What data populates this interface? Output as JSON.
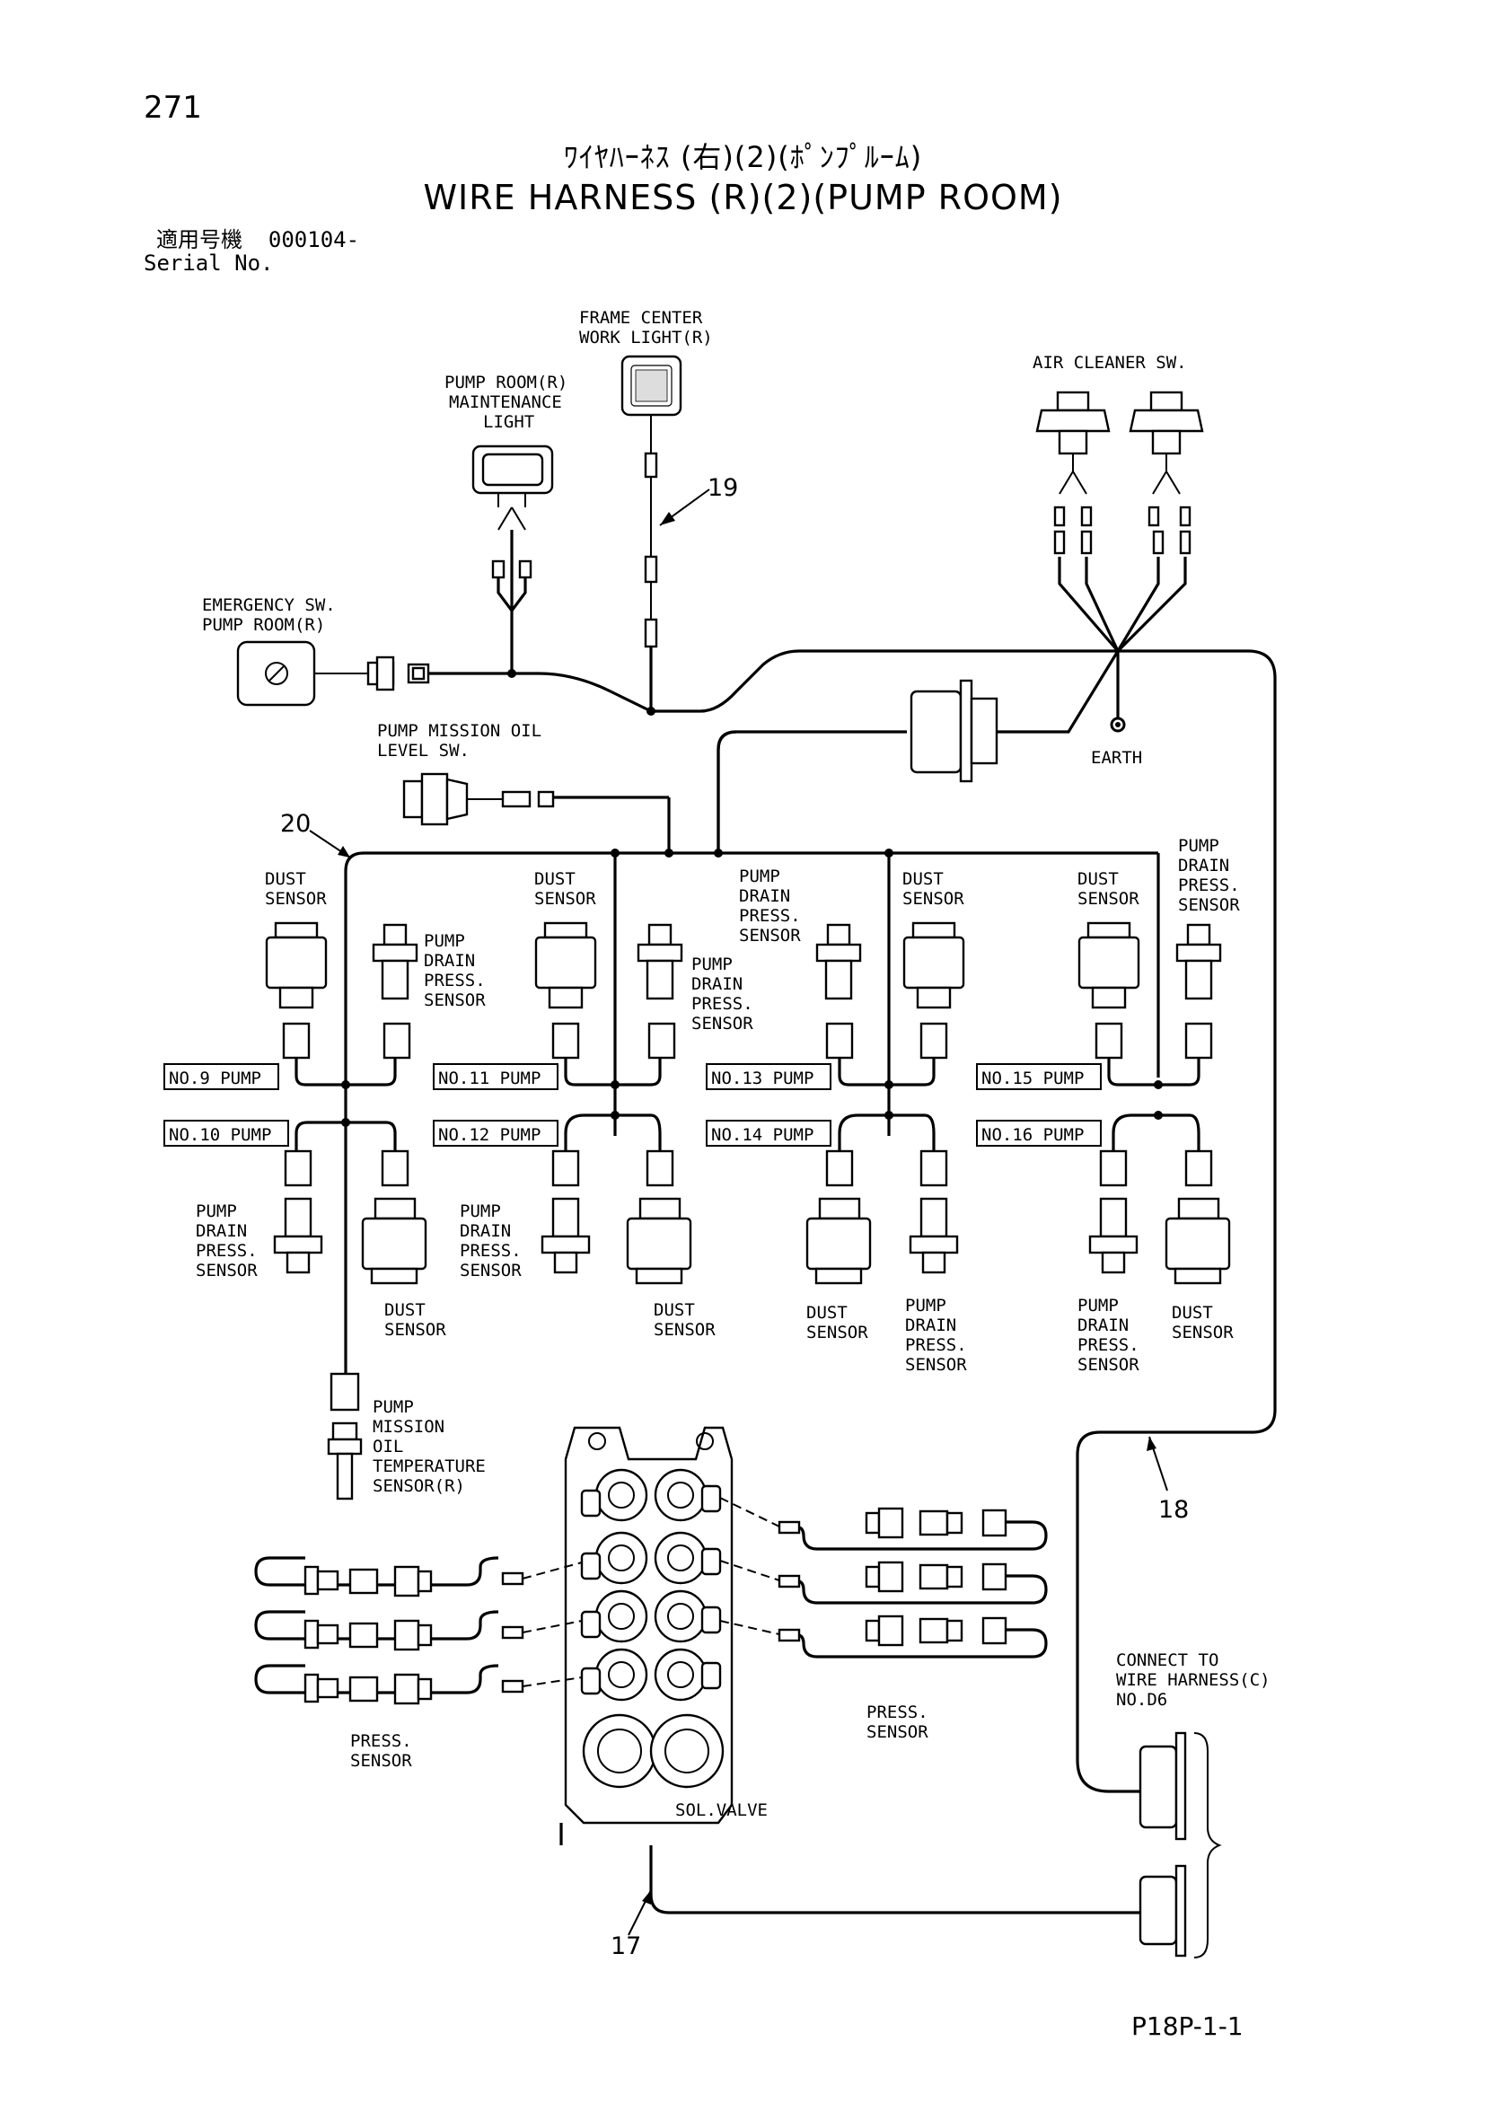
{
  "page_number": "271",
  "title_jp": "ﾜｲﾔﾊｰﾈｽ (右)(2)(ﾎﾟﾝﾌﾟﾙｰﾑ)",
  "title_en": "WIRE HARNESS (R)(2)(PUMP ROOM)",
  "serial": {
    "label_jp": "適用号機",
    "value": "000104-",
    "label_en": "Serial No."
  },
  "footer_code": "P18P-1-1",
  "callouts": {
    "c17": "17",
    "c18": "18",
    "c19": "19",
    "c20": "20"
  },
  "labels": {
    "frame_light": [
      "FRAME CENTER",
      "WORK LIGHT(R)"
    ],
    "maint_light": [
      "PUMP ROOM(R)",
      "MAINTENANCE",
      "LIGHT"
    ],
    "air_cleaner": [
      "AIR CLEANER SW."
    ],
    "emergency": [
      "EMERGENCY SW.",
      "PUMP ROOM(R)"
    ],
    "earth": [
      "EARTH"
    ],
    "oil_level": [
      "PUMP MISSION OIL",
      "LEVEL SW."
    ],
    "dust_sensor": [
      "DUST",
      "SENSOR"
    ],
    "pump_drain": [
      "PUMP",
      "DRAIN",
      "PRESS.",
      "SENSOR"
    ],
    "oil_temp": [
      "PUMP",
      "MISSION",
      "OIL",
      "TEMPERATURE",
      "SENSOR(R)"
    ],
    "connect_to": [
      "CONNECT TO",
      "WIRE HARNESS(C)",
      "NO.D6"
    ],
    "press_sensor": [
      "PRESS.",
      "SENSOR"
    ],
    "sol_valve": [
      "SOL.VALVE"
    ]
  },
  "pump_boxes": {
    "no9": "NO.9 PUMP",
    "no10": "NO.10 PUMP",
    "no11": "NO.11 PUMP",
    "no12": "NO.12 PUMP",
    "no13": "NO.13 PUMP",
    "no14": "NO.14 PUMP",
    "no15": "NO.15 PUMP",
    "no16": "NO.16 PUMP"
  }
}
